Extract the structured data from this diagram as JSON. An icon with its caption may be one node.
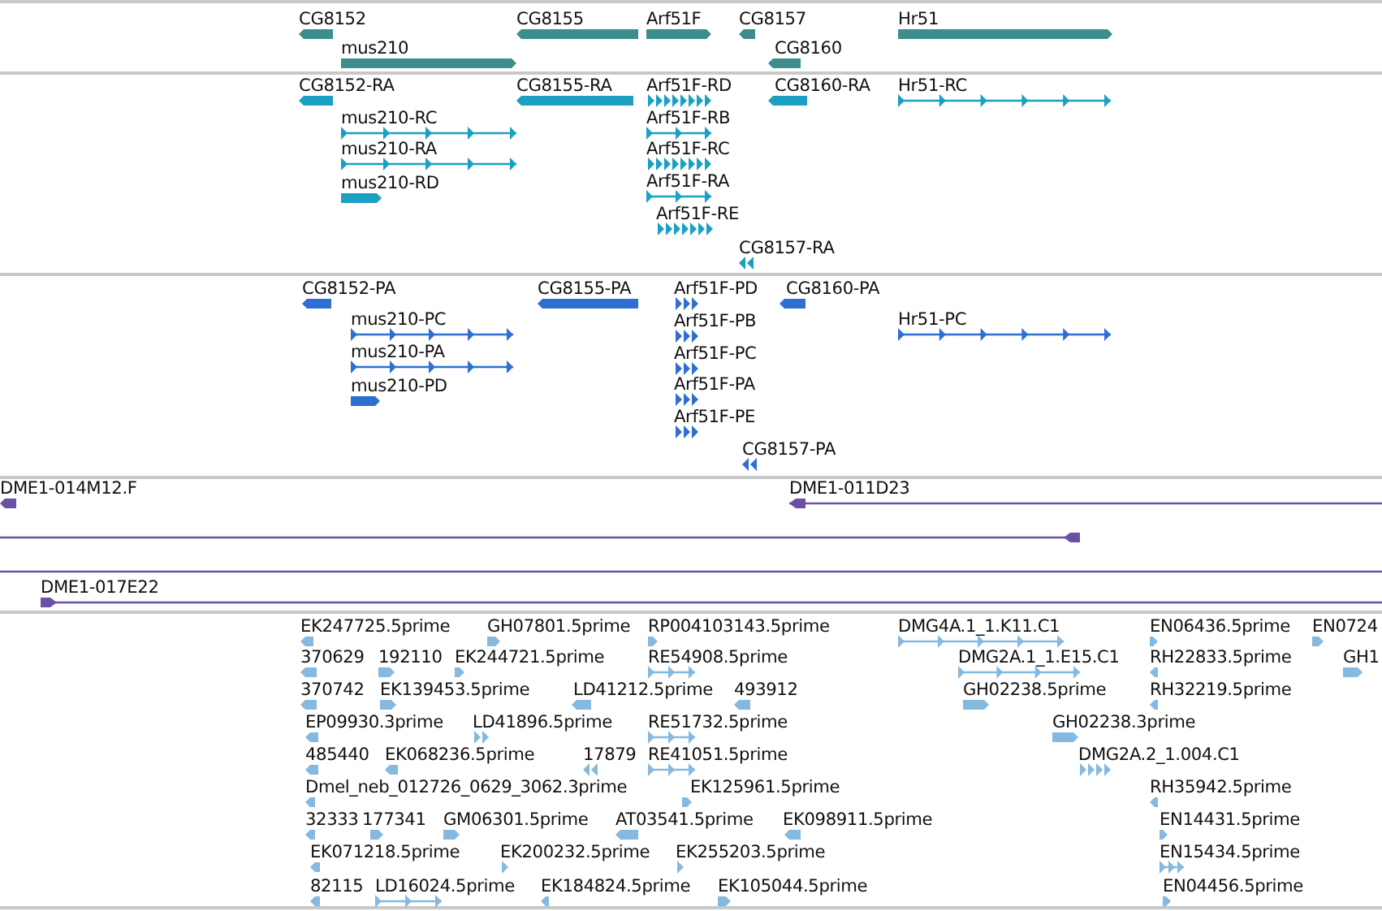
{
  "diagram": {
    "labels": [
      "CG8152",
      "CG8155",
      "Arf51F",
      "CG8157",
      "Hr51",
      "mus210",
      "CG8160",
      "CG8152-RA",
      "CG8155-RA",
      "Arf51F-RD",
      "CG8160-RA",
      "Hr51-RC",
      "mus210-RC",
      "Arf51F-RB",
      "mus210-RA",
      "Arf51F-RC",
      "mus210-RD",
      "Arf51F-RA",
      "Arf51F-RE",
      "CG8157-RA",
      "CG8152-PA",
      "CG8155-PA",
      "Arf51F-PD",
      "CG8160-PA",
      "mus210-PC",
      "Arf51F-PB",
      "Hr51-PC",
      "mus210-PA",
      "Arf51F-PC",
      "mus210-PD",
      "Arf51F-PA",
      "Arf51F-PE",
      "CG8157-PA",
      "DME1-014M12.F",
      "DME1-011D23",
      "DME1-017E22",
      "EK247725.5prime",
      "GH07801.5prime",
      "RP004103143.5prime",
      "DMG4A.1_1.K11.C1",
      "EN06436.5prime",
      "EN0724",
      "370629",
      "192110",
      "EK244721.5prime",
      "RE54908.5prime",
      "DMG2A.1_1.E15.C1",
      "RH22833.5prime",
      "GH1",
      "370742",
      "EK139453.5prime",
      "LD41212.5prime",
      "493912",
      "GH02238.5prime",
      "RH32219.5prime",
      "EP09930.3prime",
      "LD41896.5prime",
      "RE51732.5prime",
      "GH02238.3prime",
      "485440",
      "EK068236.5prime",
      "17879",
      "RE41051.5prime",
      "DMG2A.2_1.004.C1",
      "Dmel_neb_012726_0629_3062.3prime",
      "EK125961.5prime",
      "RH35942.5prime",
      "32333",
      "177341",
      "GM06301.5prime",
      "AT03541.5prime",
      "EK098911.5prime",
      "EN14431.5prime",
      "EK071218.5prime",
      "EK200232.5prime",
      "EK255203.5prime",
      "EN15434.5prime",
      "82115",
      "LD16024.5prime",
      "EK184824.5prime",
      "EK105044.5prime",
      "EN04456.5prime"
    ]
  }
}
